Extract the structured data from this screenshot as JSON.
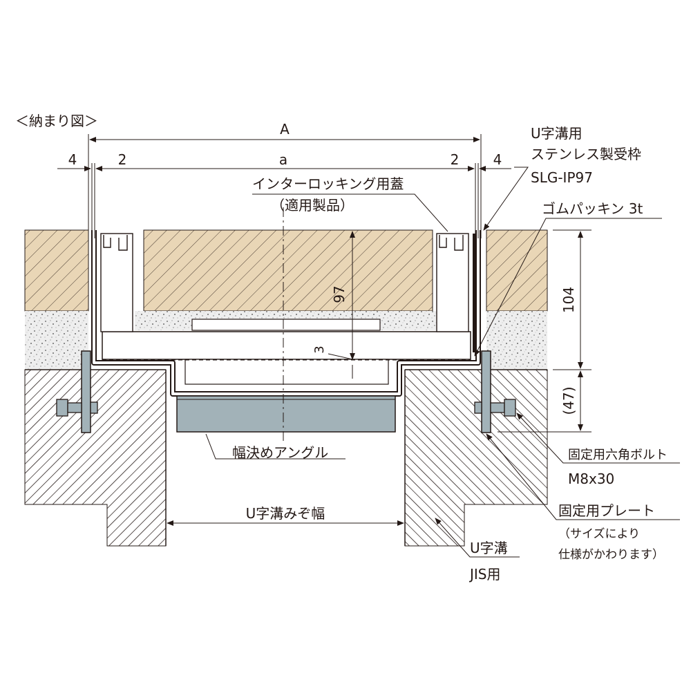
{
  "heading": "＜納まり図＞",
  "dimensions": {
    "A": "A",
    "a": "a",
    "left_outer": "4",
    "left_inner": "2",
    "right_inner": "2",
    "right_outer": "4",
    "depth_97": "97",
    "gap_3": "3",
    "height_104": "104",
    "height_47": "(47)",
    "ditch_width": "U字溝みぞ幅"
  },
  "labels": {
    "frame_1": "U字溝用",
    "frame_2": "ステンレス製受枠",
    "frame_3": "SLG-IP97",
    "lid_1": "インターロッキング用蓋",
    "lid_2": "（適用製品）",
    "gasket": "ゴムパッキン 3t",
    "angle": "幅決めアングル",
    "bolt_1": "固定用六角ボルト",
    "bolt_2": "M8x30",
    "plate_1": "固定用プレート",
    "plate_2": "（サイズにより",
    "plate_3": "仕様がかわります）",
    "ditch_1": "U字溝",
    "ditch_2": "JIS用"
  },
  "colors": {
    "line": "#231815",
    "paver_fill": "#e9d6b6",
    "sand_fill": "#eeeeee",
    "steel_fill": "#a2b2b8",
    "frame_fill": "#ffffff"
  }
}
